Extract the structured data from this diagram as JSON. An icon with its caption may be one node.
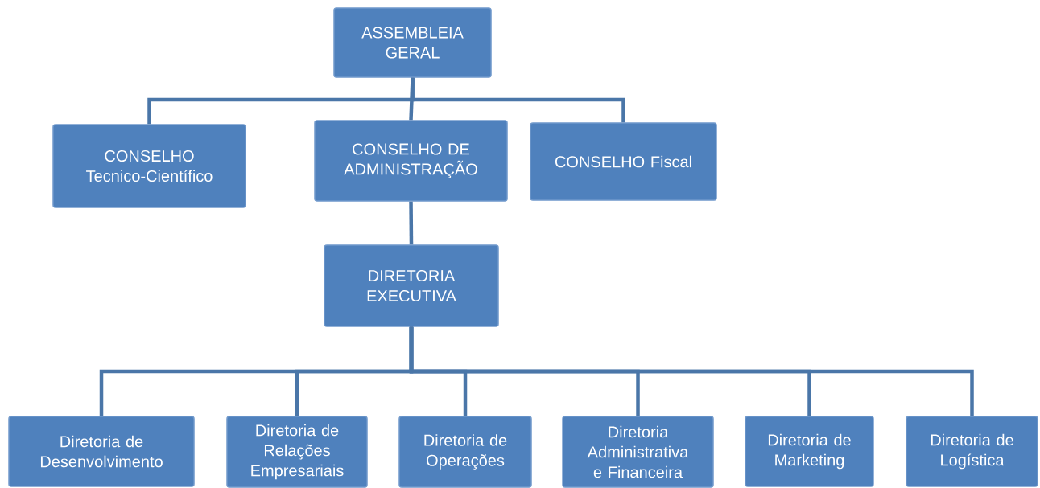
{
  "diagram": {
    "nodes": [
      {
        "text": [
          "ASSEMBLEIA GERAL"
        ]
      },
      {
        "text": [
          "CONSELHO Tecnico-Científico"
        ]
      },
      {
        "text": [
          "CONSELHO DE ADMINISTRAÇÃO"
        ]
      },
      {
        "text": [
          "CONSELHO Fiscal"
        ]
      },
      {
        "text": [
          "DIRETORIA EXECUTIVA"
        ]
      },
      {
        "text": [
          "Diretoria de Desenvolvimento"
        ]
      },
      {
        "text": [
          "Diretoria de Relações Empresariais"
        ]
      },
      {
        "text": [
          "Diretoria de Operações"
        ]
      },
      {
        "text": [
          "Diretoria Administrativa e Financeira"
        ]
      },
      {
        "text": [
          "Diretoria de Marketing"
        ]
      },
      {
        "text": [
          "Diretoria de Logística"
        ]
      }
    ],
    "edges": [
      {
        "from": 0,
        "to": 1,
        "arrow": "none"
      },
      {
        "from": 0,
        "to": 2,
        "arrow": "none"
      },
      {
        "from": 0,
        "to": 3,
        "arrow": "none"
      },
      {
        "from": 2,
        "to": 4,
        "arrow": "none"
      },
      {
        "from": 4,
        "to": 5,
        "arrow": "none"
      },
      {
        "from": 4,
        "to": 6,
        "arrow": "none"
      },
      {
        "from": 4,
        "to": 7,
        "arrow": "none"
      },
      {
        "from": 4,
        "to": 8,
        "arrow": "none"
      },
      {
        "from": 4,
        "to": 9,
        "arrow": "none"
      },
      {
        "from": 4,
        "to": 10,
        "arrow": "none"
      }
    ]
  }
}
